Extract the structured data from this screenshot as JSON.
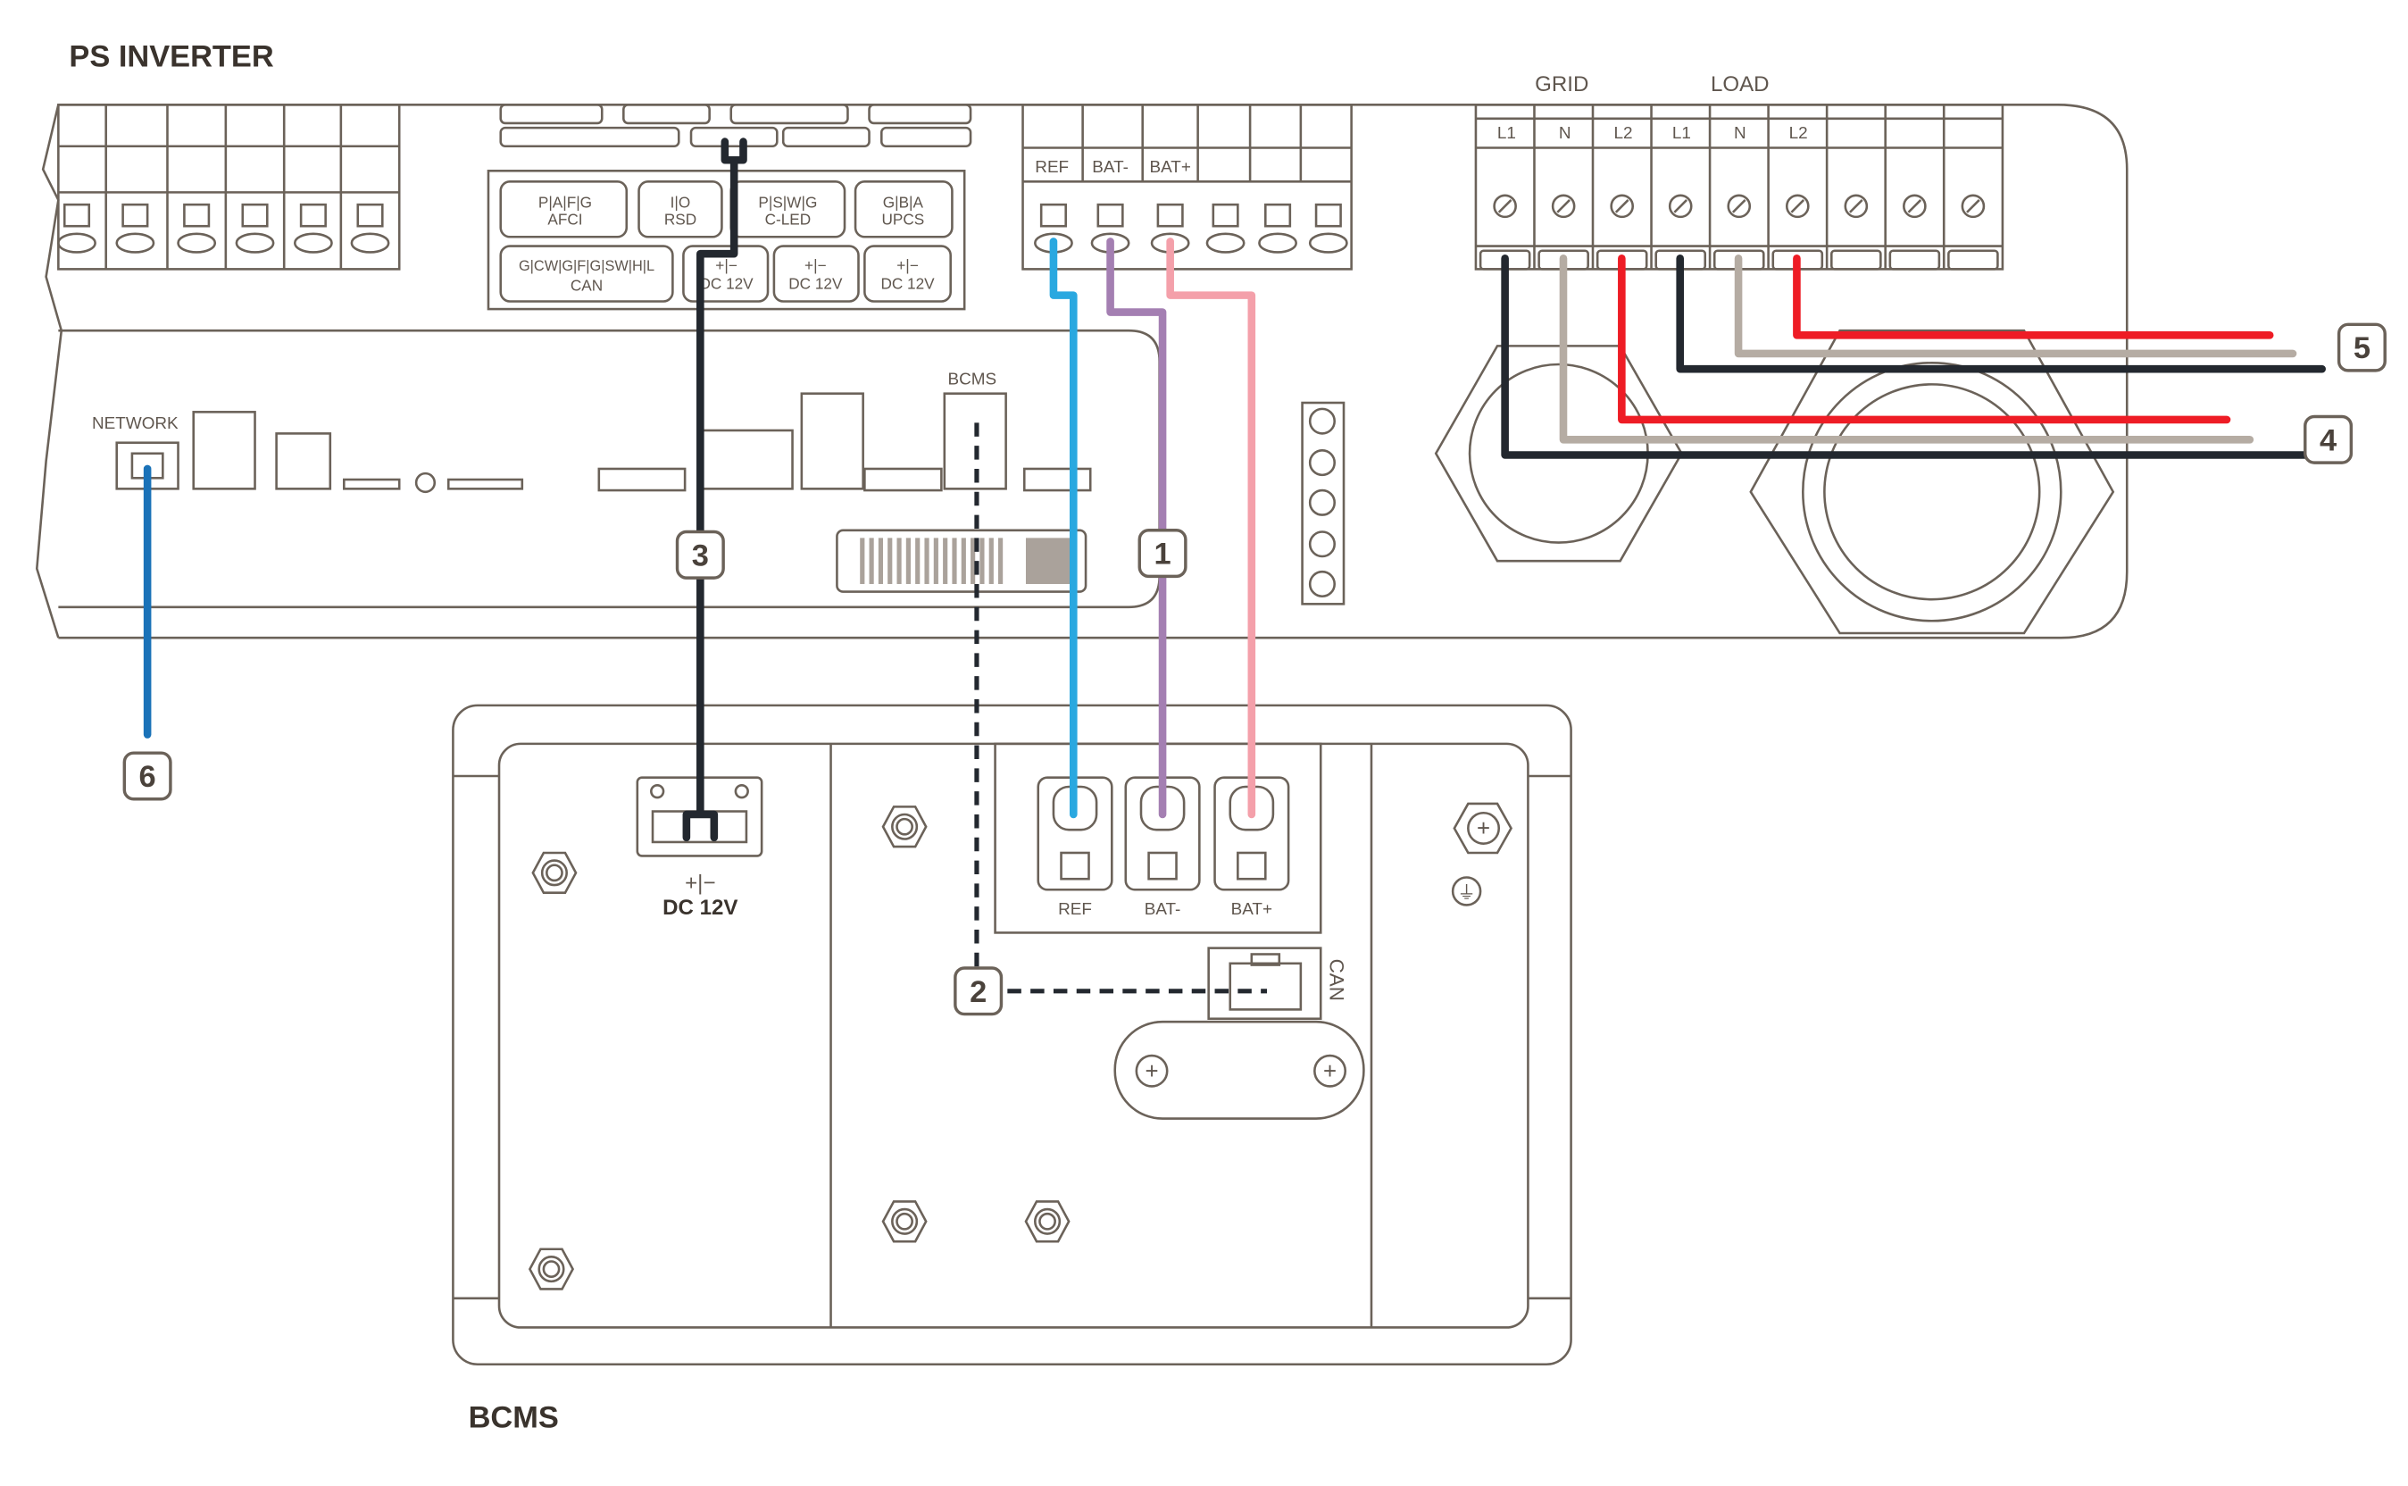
{
  "inverter": {
    "title": "PS INVERTER",
    "network_label": "NETWORK",
    "bcms_port_label": "BCMS",
    "battery_terminals": [
      "REF",
      "BAT-",
      "BAT+"
    ],
    "ac_groups": [
      "GRID",
      "LOAD"
    ],
    "ac_terminals": [
      "L1",
      "N",
      "L2",
      "L1",
      "N",
      "L2"
    ],
    "signal_blocks": [
      {
        "pins": [
          "P",
          "A",
          "F",
          "G"
        ],
        "label": "AFCI"
      },
      {
        "pins": [
          "I",
          "O"
        ],
        "label": "RSD"
      },
      {
        "pins": [
          "P",
          "S",
          "W",
          "G"
        ],
        "label": "C-LED"
      },
      {
        "pins": [
          "G",
          "B",
          "A"
        ],
        "label": "UPCS"
      },
      {
        "pins": [
          "G",
          "CW",
          "G",
          "F",
          "G",
          "SW",
          "H",
          "L"
        ],
        "label": "CAN"
      }
    ],
    "dc_blocks": [
      "DC 12V",
      "DC 12V",
      "DC 12V"
    ]
  },
  "bcms": {
    "title": "BCMS",
    "dc_label": "DC 12V",
    "battery_terminals": [
      "REF",
      "BAT-",
      "BAT+"
    ],
    "can_label": "CAN"
  },
  "callouts": [
    "1",
    "2",
    "3",
    "4",
    "5",
    "6"
  ],
  "colors": {
    "ref_wire": "#29a8e0",
    "bat_neg_wire": "#a47fb2",
    "bat_pos_wire": "#f4a0aa",
    "line_wire": "#ee1c25",
    "neutral_wire": "#b5aca3",
    "l1_wire": "#23282f",
    "network_wire": "#1a72b8",
    "dc_wire": "#23282f"
  }
}
